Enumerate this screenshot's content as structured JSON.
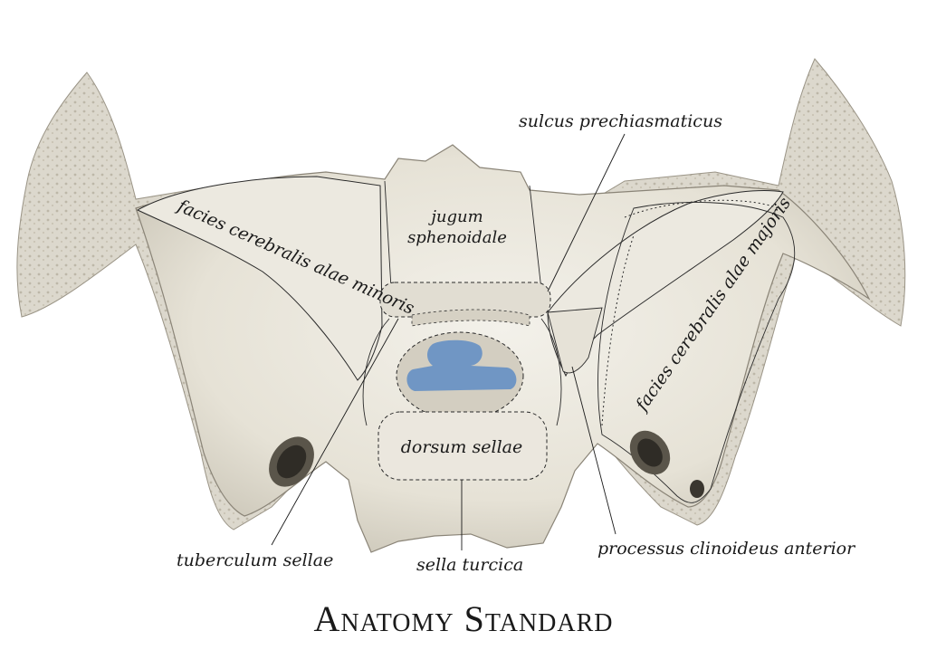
{
  "labels": {
    "sulcus_prechiasmaticus": "sulcus prechiasmaticus",
    "facies_minoris": "facies cerebralis alae minoris",
    "jugum_line1": "jugum",
    "jugum_line2": "sphenoidale",
    "facies_majoris": "facies cerebralis alae majoris",
    "dorsum_sellae": "dorsum sellae",
    "tuberculum_sellae": "tuberculum sellae",
    "sella_turcica": "sella turcica",
    "processus_clinoideus": "processus clinoideus anterior"
  },
  "brand": "Anatomy Standard",
  "colors": {
    "bone": "#e9e6dc",
    "bone_shadow": "#cfcabd",
    "bone_dark": "#a9a395",
    "fossa_highlight": "#7096c4",
    "outline": "#2a2a2a"
  }
}
